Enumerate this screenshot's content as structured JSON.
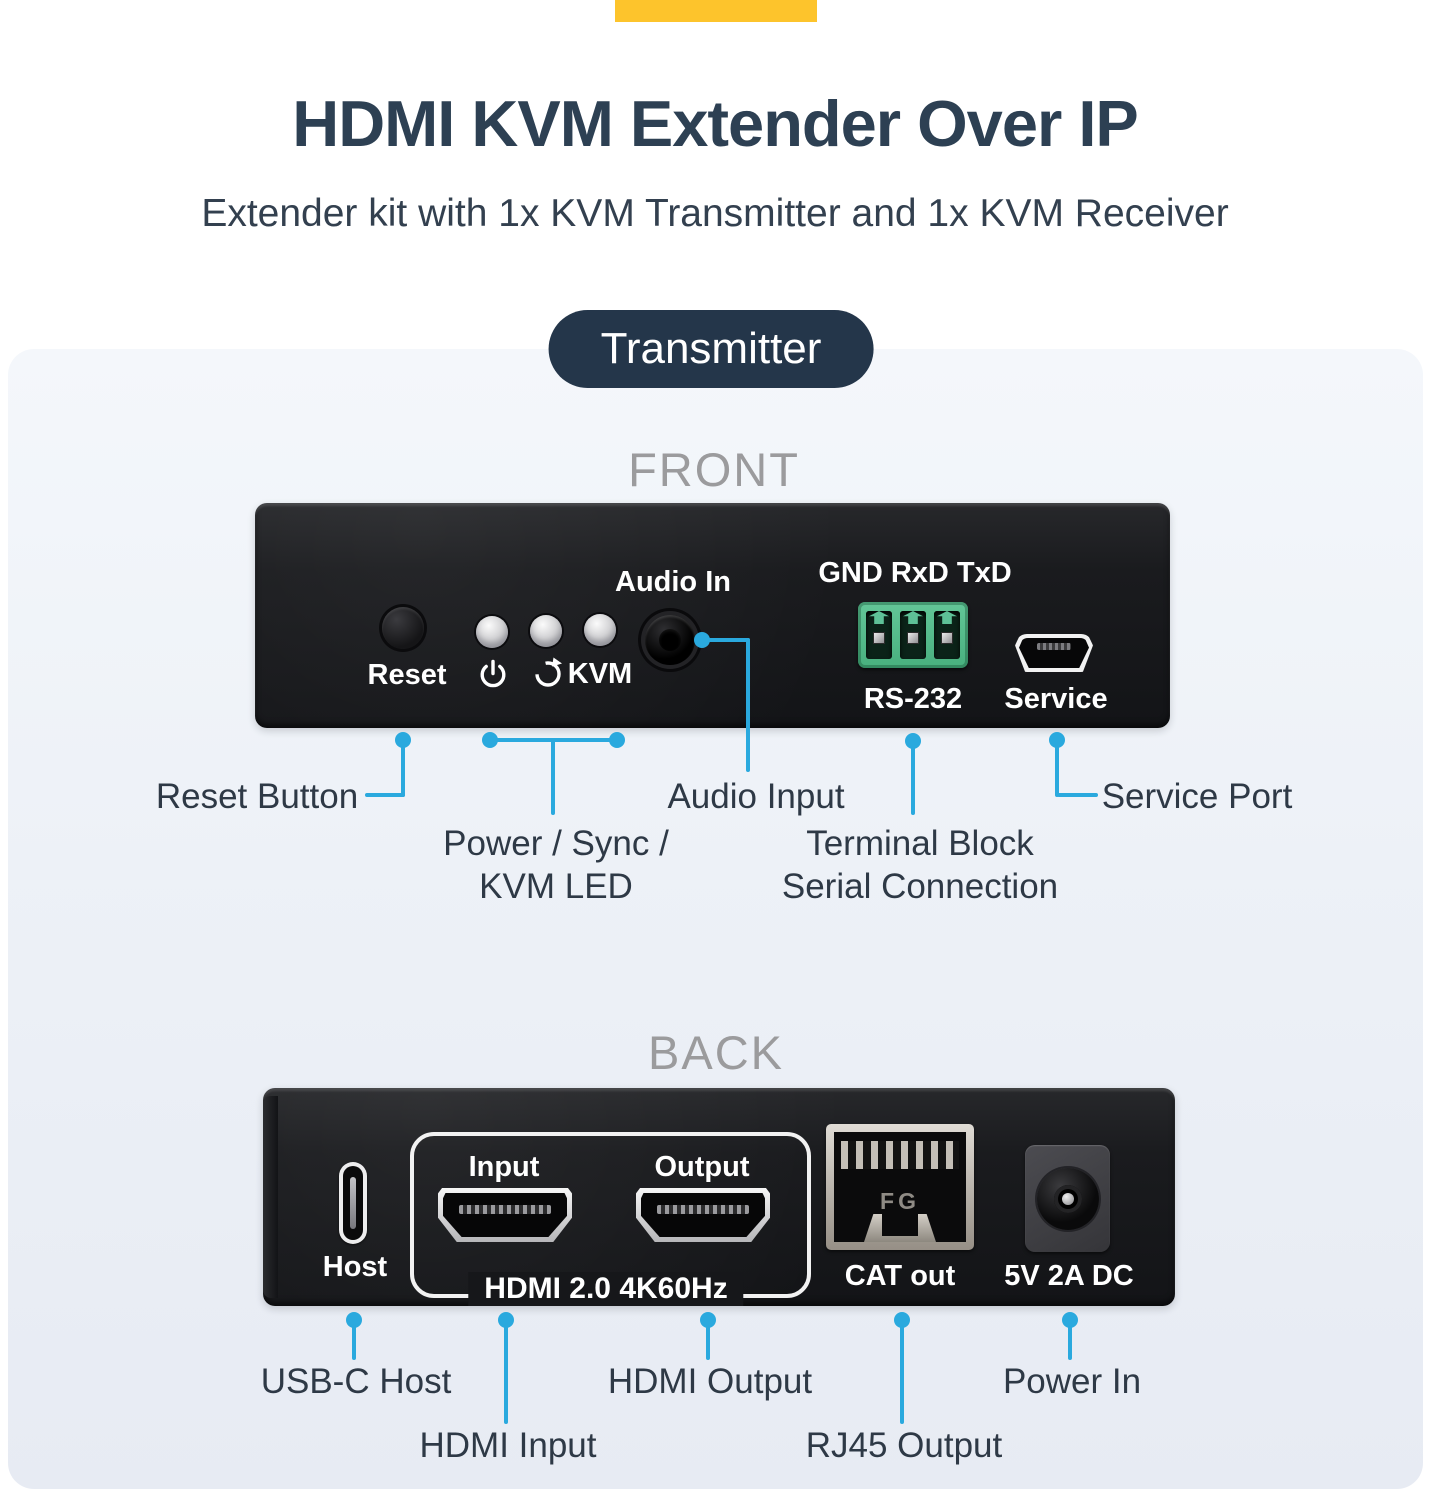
{
  "colors": {
    "accent_yellow": "#fdc42c",
    "title_navy": "#2d4053",
    "badge_navy": "#24364a",
    "callout_blue": "#2aa9de",
    "card_background": "#edf1f7",
    "device_black": "#1a1b1e",
    "terminal_green": "#55bd8c",
    "heading_gray": "#9b9b9d"
  },
  "header": {
    "title": "HDMI KVM Extender Over IP",
    "subtitle": "Extender kit with 1x KVM Transmitter and 1x KVM Receiver",
    "device_badge": "Transmitter"
  },
  "front": {
    "heading": "FRONT",
    "panel": {
      "reset": "Reset",
      "kvm": "KVM",
      "audio_in": "Audio In",
      "serial_pins": "GND RxD TxD",
      "rs232": "RS-232",
      "service": "Service"
    },
    "callouts": {
      "reset_button": "Reset Button",
      "led_line1": "Power / Sync /",
      "led_line2": "KVM LED",
      "audio_input": "Audio Input",
      "terminal_line1": "Terminal Block",
      "terminal_line2": "Serial Connection",
      "service_port": "Service Port"
    }
  },
  "back": {
    "heading": "BACK",
    "panel": {
      "host": "Host",
      "input": "Input",
      "output": "Output",
      "hdmi_spec": "HDMI 2.0 4K60Hz",
      "rj45_fg": "FG",
      "cat_out": "CAT out",
      "dc_rating": "5V 2A DC"
    },
    "callouts": {
      "usb_c_host": "USB-C Host",
      "hdmi_input": "HDMI Input",
      "hdmi_output": "HDMI Output",
      "rj45_output": "RJ45 Output",
      "power_in": "Power In"
    }
  },
  "icons": {
    "power_led_icon": "power symbol",
    "sync_led_icon": "sync circular arrow"
  }
}
